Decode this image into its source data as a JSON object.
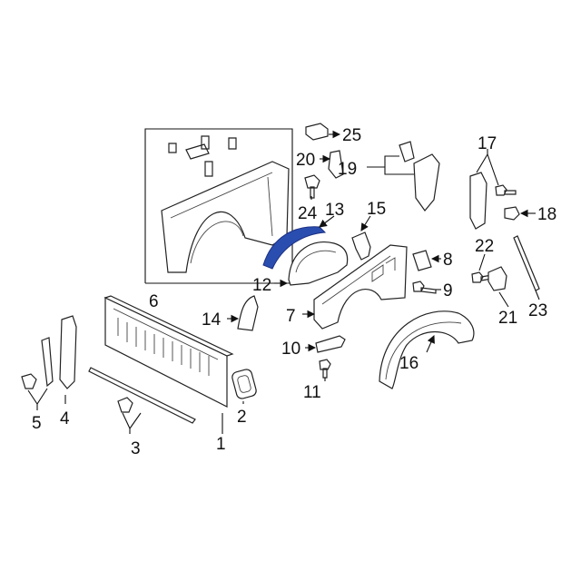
{
  "diagram": {
    "highlight_color": "#2a4db0",
    "highlighted_part": "13",
    "callouts": {
      "p1": "1",
      "p2": "2",
      "p3": "3",
      "p4": "4",
      "p5": "5",
      "p6": "6",
      "p7": "7",
      "p8": "8",
      "p9": "9",
      "p10": "10",
      "p11": "11",
      "p12": "12",
      "p13": "13",
      "p14": "14",
      "p15": "15",
      "p16": "16",
      "p17": "17",
      "p18": "18",
      "p19": "19",
      "p20": "20",
      "p21": "21",
      "p22": "22",
      "p23": "23",
      "p24": "24",
      "p25": "25"
    }
  }
}
